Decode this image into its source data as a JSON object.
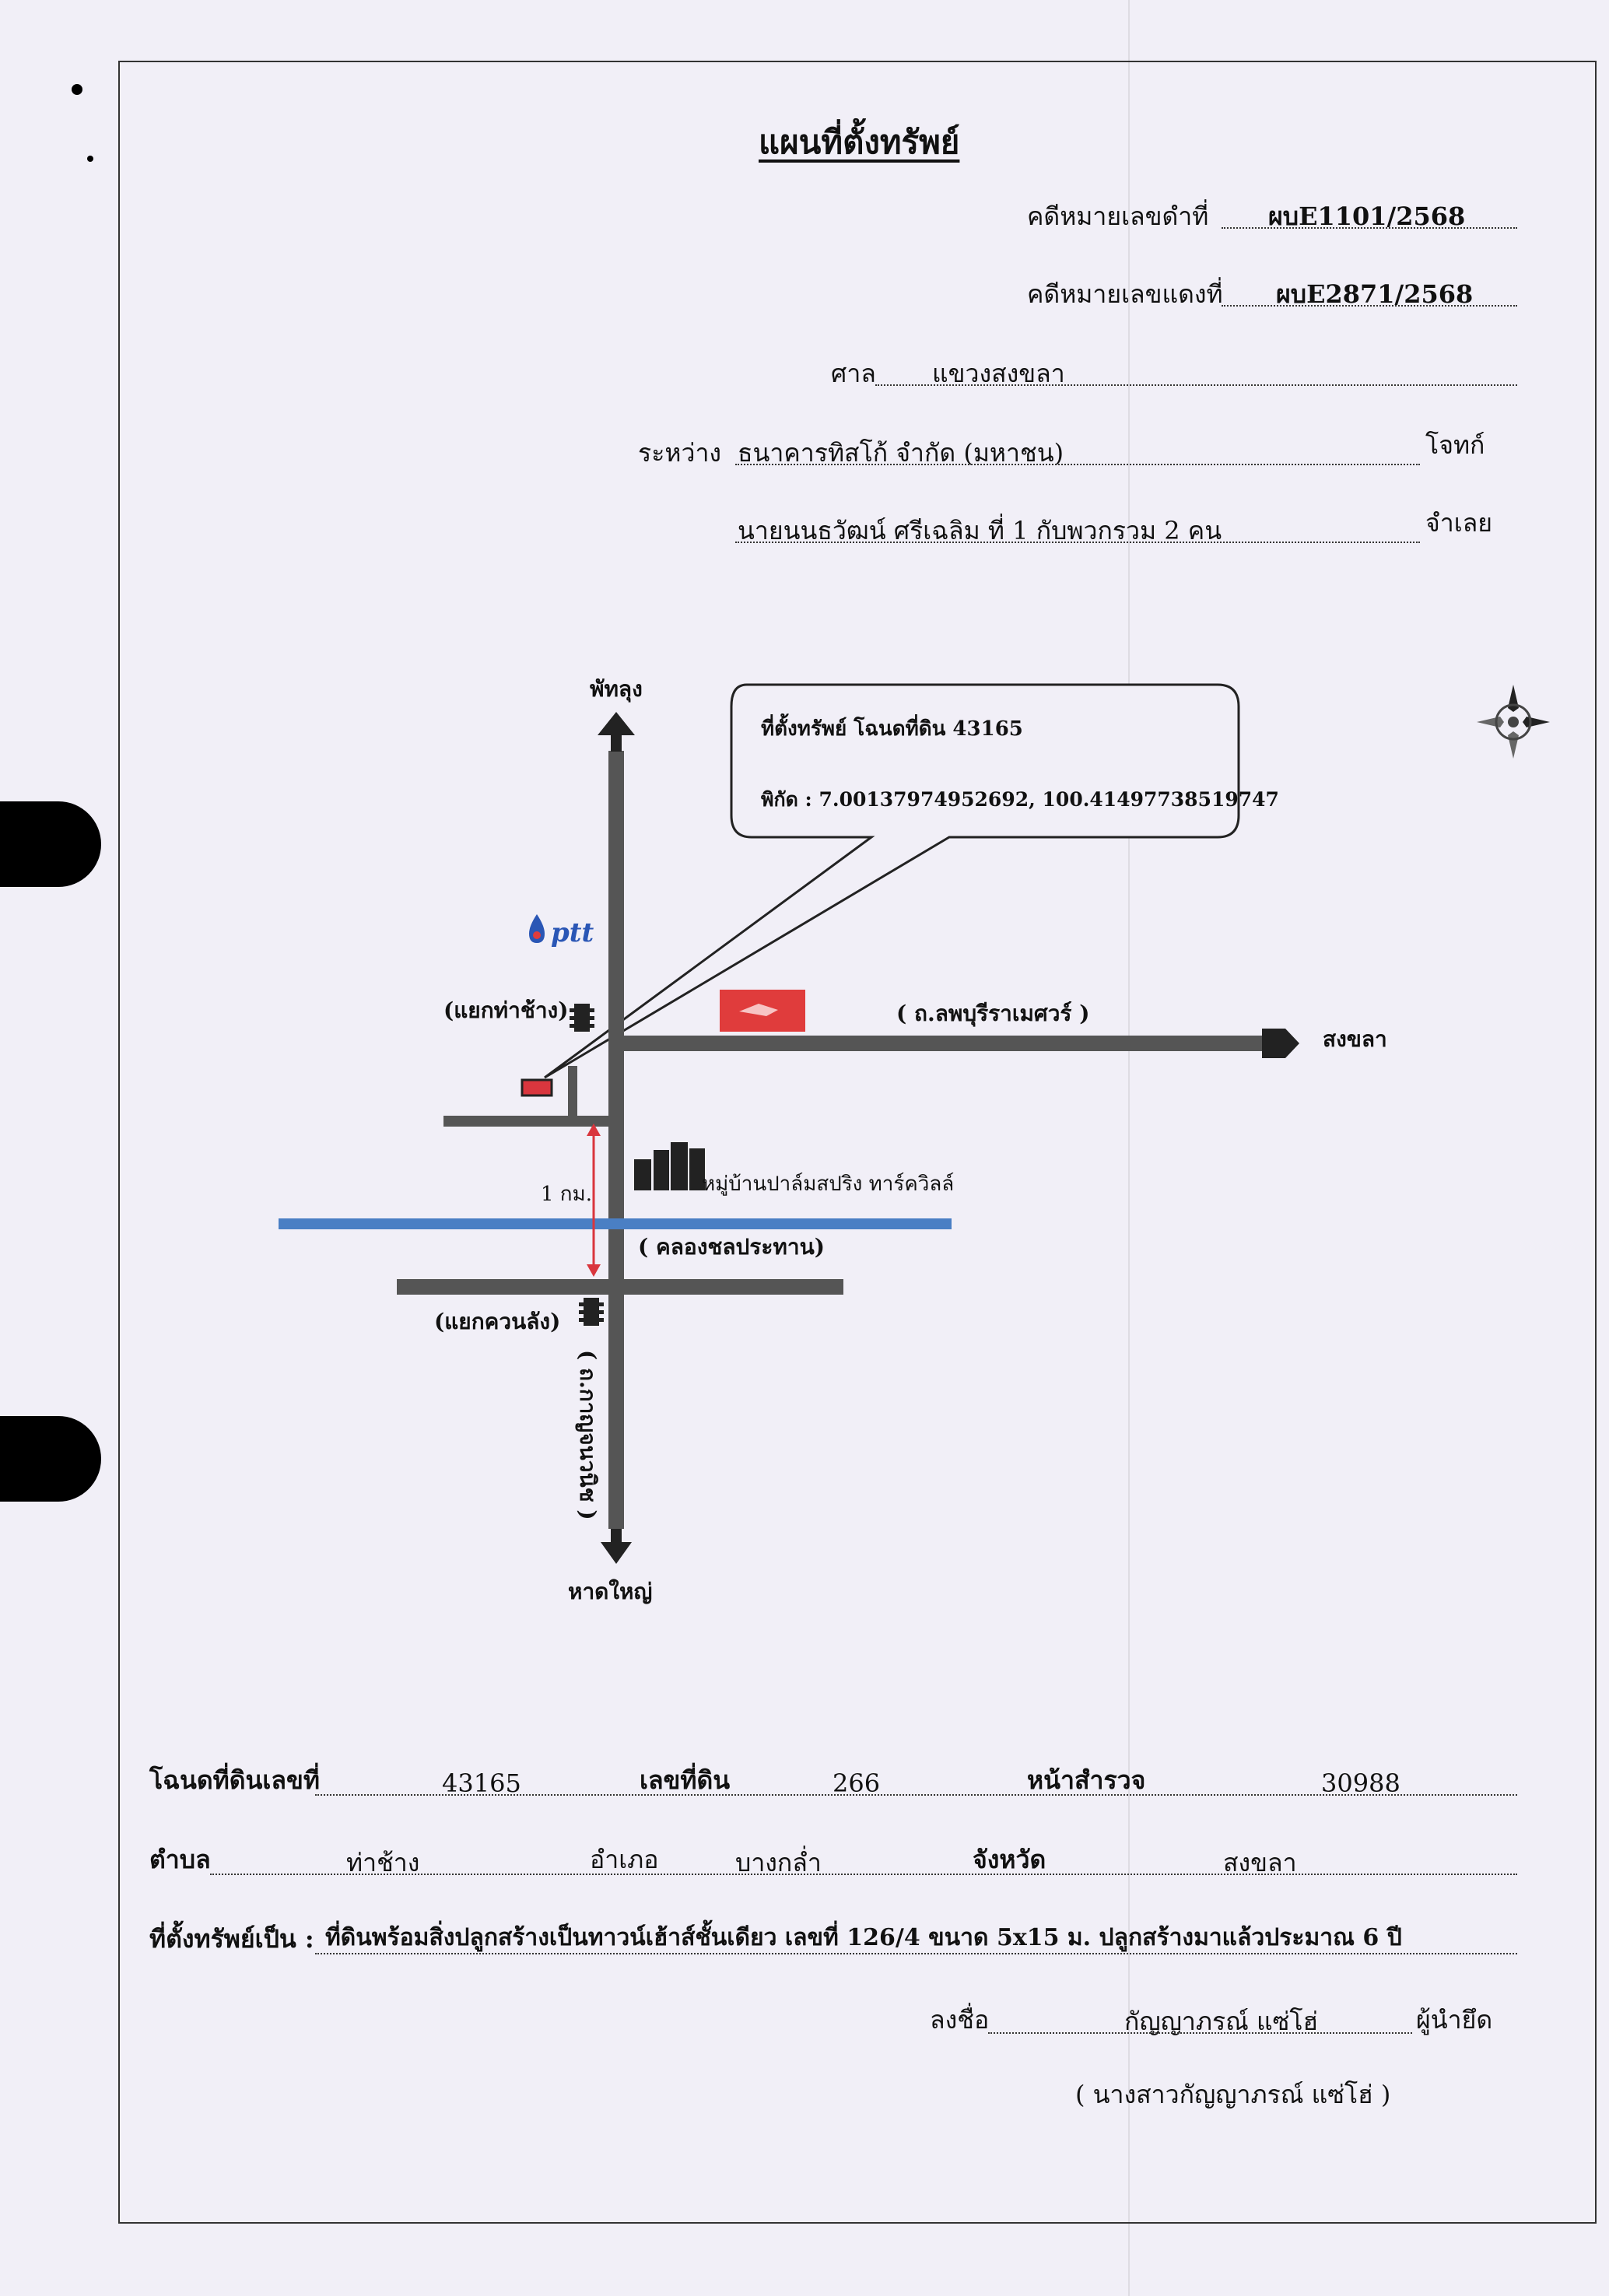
{
  "header": {
    "title": "แผนที่ตั้งทรัพย์",
    "black_case_label": "คดีหมายเลขดำที่",
    "black_case_value": "ผบE1101/2568",
    "red_case_label": "คดีหมายเลขแดงที่",
    "red_case_value": "ผบE2871/2568",
    "court_label": "ศาล",
    "court_value": "แขวงสงขลา",
    "between_label": "ระหว่าง",
    "plaintiff_value": "ธนาคารทิสโก้ จำกัด (มหาชน)",
    "plaintiff_label": "โจทก์",
    "defendant_value": "นายนนธวัฒน์ ศรีเฉลิม ที่ 1 กับพวกรวม 2 คน",
    "defendant_label": "จำเลย"
  },
  "map": {
    "north_label": "พัทลุง",
    "south_label": "หาดใหญ่",
    "east_label": "สงขลา",
    "callout_line1": "ที่ตั้งทรัพย์  โฉนดที่ดิน 43165",
    "callout_line2": "พิกัด : 7.00137974952692, 100.41497738519747",
    "ptt_label": "ptt",
    "junction_tha_chang": "(แยกท่าช้าง)",
    "road_east": "( ถ.ลพบุรีราเมศวร์ )",
    "distance_label": "1 กม.",
    "village_label": "หมู่บ้านปาล์มสปริง ทาร์ควิลล์",
    "canal_label": "( คลองชลประทาน)",
    "junction_khuan_lang": "(แยกควนลัง)",
    "road_south": "( ถ.กาญจนวนิช )",
    "colors": {
      "road": "#555555",
      "canal": "#4a7fc4",
      "marker": "#d9363e",
      "arrow_red": "#d9363e"
    }
  },
  "footer": {
    "deed_label": "โฉนดที่ดินเลขที่",
    "deed_value": "43165",
    "land_no_label": "เลขที่ดิน",
    "land_no_value": "266",
    "survey_label": "หน้าสำรวจ",
    "survey_value": "30988",
    "subdistrict_label": "ตำบล",
    "subdistrict_value": "ท่าช้าง",
    "district_label": "อำเภอ",
    "district_value": "บางกล่ำ",
    "province_label": "จังหวัด",
    "province_value": "สงขลา",
    "property_label": "ที่ตั้งทรัพย์เป็น :",
    "property_value": "ที่ดินพร้อมสิ่งปลูกสร้างเป็นทาวน์เฮ้าส์ชั้นเดียว เลขที่ 126/4 ขนาด 5x15 ม. ปลูกสร้างมาแล้วประมาณ 6 ปี",
    "sign_label": "ลงชื่อ",
    "sign_value": "กัญญาภรณ์ แซ่โฮ่",
    "sign_role": "ผู้นำยึด",
    "sign_fullname": "( นางสาวกัญญาภรณ์ แซ่โฮ่ )"
  }
}
